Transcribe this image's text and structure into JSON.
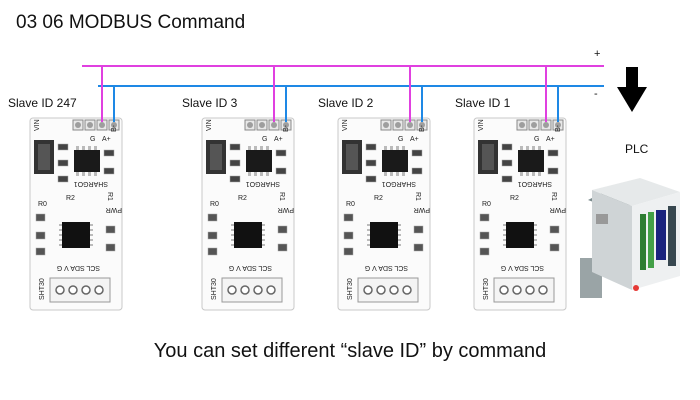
{
  "title": "03 06 MODBUS Command",
  "caption": "You can set different “slave ID” by command",
  "plc_label": "PLC",
  "bus": {
    "plus": "+",
    "minus": "-",
    "plus_color": "#e040e0",
    "minus_color": "#1e88e5"
  },
  "slaves": [
    {
      "label": "Slave ID 247"
    },
    {
      "label": "Slave ID 3"
    },
    {
      "label": "Slave ID 2"
    },
    {
      "label": "Slave ID 1"
    }
  ],
  "board": {
    "pins_top": [
      "VIN",
      "G",
      "A+",
      "B-"
    ],
    "chip_label": "SHARGO1",
    "r0": "R0",
    "r2": "R2",
    "r1": "R1",
    "pwr": "PWR",
    "pins_bottom": [
      "SCL",
      "SDA",
      "V",
      "G"
    ],
    "sensor": "SHT30"
  }
}
